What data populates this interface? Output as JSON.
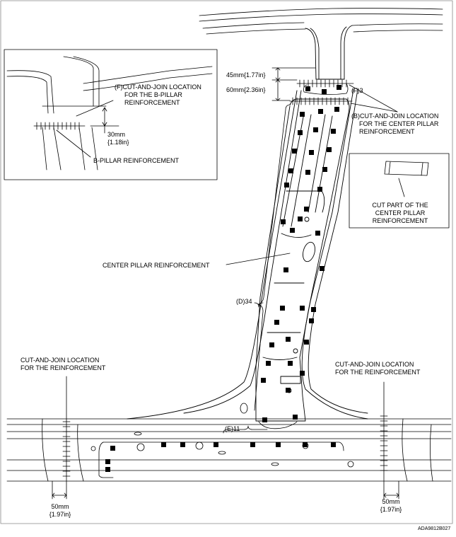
{
  "inset_left": {
    "f_location": [
      "(F)CUT-AND-JOIN LOCATION",
      "FOR THE B-PILLAR",
      "REINFORCEMENT"
    ],
    "dimension": [
      "30mm",
      "{1.18in}"
    ],
    "b_pillar": "B-PILLAR REINFORCEMENT"
  },
  "top_dimensions": {
    "upper": "45mm{1.77in}",
    "lower": "60mm{2.36in}",
    "f_count": "(F)3"
  },
  "b_location": [
    "(B)CUT-AND-JOIN LOCATION",
    "FOR THE CENTER PILLAR",
    "REINFORCEMENT"
  ],
  "inset_right": {
    "cut_part": [
      "CUT PART OF THE",
      "CENTER PILLAR",
      "REINFORCEMENT"
    ]
  },
  "center_pillar_label": "CENTER PILLAR REINFORCEMENT",
  "d_count": "(D)34",
  "e_count": "(E)11",
  "left_location": {
    "label": [
      "CUT-AND-JOIN LOCATION",
      "FOR THE REINFORCEMENT"
    ],
    "dimension": [
      "50mm",
      "{1.97in}"
    ]
  },
  "right_location": {
    "label": [
      "CUT-AND-JOIN LOCATION",
      "FOR THE REINFORCEMENT"
    ],
    "dimension": [
      "50mm",
      "{1.97in}"
    ]
  },
  "figure_code": "ADA9812B027"
}
